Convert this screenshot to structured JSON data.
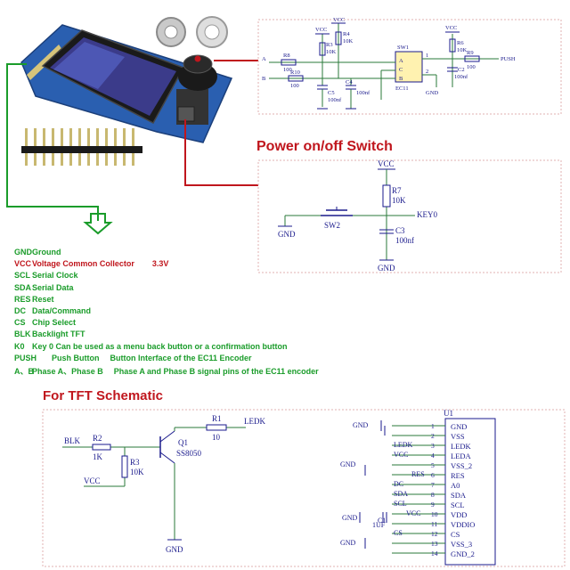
{
  "power_switch_title": "Power on/off Switch",
  "tft_title": "For TFT Schematic",
  "legend": [
    {
      "code": "GND",
      "desc": "Ground",
      "extra": "",
      "color": "#1a9c2a"
    },
    {
      "code": "VCC",
      "desc": "Voltage Common Collector",
      "extra": "3.3V",
      "color": "#c0161d"
    },
    {
      "code": "SCL",
      "desc": "Serial Clock",
      "extra": "",
      "color": "#1a9c2a"
    },
    {
      "code": "SDA",
      "desc": "Serial Data",
      "extra": "",
      "color": "#1a9c2a"
    },
    {
      "code": "RES",
      "desc": "Reset",
      "extra": "",
      "color": "#1a9c2a"
    },
    {
      "code": "DC",
      "desc": "Data/Command",
      "extra": "",
      "color": "#1a9c2a"
    },
    {
      "code": "CS",
      "desc": "Chip Select",
      "extra": "",
      "color": "#1a9c2a"
    },
    {
      "code": "BLK",
      "desc": "Backlight  TFT",
      "extra": "",
      "color": "#1a9c2a"
    },
    {
      "code": "K0",
      "desc": "Key 0 Can be used as a menu back button or a confirmation button",
      "extra": "",
      "color": "#1a9c2a"
    },
    {
      "code": "PUSH",
      "desc": "Push Button",
      "extra": "Button Interface of the EC11 Encoder",
      "color": "#1a9c2a"
    },
    {
      "code": "A、B",
      "desc": "Phase A、Phase B",
      "extra": "Phase A and Phase B signal pins of the EC11 encoder",
      "color": "#1a9c2a"
    }
  ],
  "encoder": {
    "vcc1": "VCC",
    "vcc2": "VCC",
    "vcc3": "VCC",
    "r3": "R3",
    "r3v": "10K",
    "r4": "R4",
    "r4v": "10K",
    "r8": "R8",
    "r8v": "100",
    "r10": "R10",
    "r10v": "100",
    "c5": "C5",
    "c5v": "100nf",
    "c4": "C4",
    "c4v": "100nf",
    "sw1": "SW1",
    "sw1part": "EC11",
    "r6": "R6",
    "r6v": "10K",
    "r9": "R9",
    "r9v": "100",
    "c2": "C2",
    "c2v": "100nf",
    "push": "PUSH",
    "a": "A",
    "b": "B",
    "pin_a": "A",
    "pin_c": "C",
    "pin_b": "B",
    "pin1": "1",
    "pin2": "2",
    "gnd": "GND"
  },
  "power": {
    "vcc": "VCC",
    "r7": "R7",
    "r7v": "10K",
    "key0": "KEY0",
    "gnd1": "GND",
    "gnd2": "GND",
    "sw2": "SW2",
    "c3": "C3",
    "c3v": "100nf"
  },
  "tft": {
    "blk": "BLK",
    "r2": "R2",
    "r2v": "1K",
    "r3": "R3",
    "r3v": "10K",
    "vcc": "VCC",
    "q1": "Q1",
    "q1part": "SS8050",
    "r1": "R1",
    "r1v": "10",
    "ledk": "LEDK",
    "gnd": "GND",
    "u1": "U1",
    "pins": [
      {
        "num": "1",
        "name": "GND",
        "net": "GND"
      },
      {
        "num": "2",
        "name": "VSS",
        "net": ""
      },
      {
        "num": "3",
        "name": "LEDK",
        "net": "LEDK"
      },
      {
        "num": "4",
        "name": "LEDA",
        "net": "VCC"
      },
      {
        "num": "5",
        "name": "VSS_2",
        "net": "GND"
      },
      {
        "num": "6",
        "name": "RES",
        "net": "RES"
      },
      {
        "num": "7",
        "name": "A0",
        "net": "DC"
      },
      {
        "num": "8",
        "name": "SDA",
        "net": "SDA"
      },
      {
        "num": "9",
        "name": "SCL",
        "net": "SCL"
      },
      {
        "num": "10",
        "name": "VDD",
        "net": "VCC"
      },
      {
        "num": "11",
        "name": "VDDIO",
        "net": ""
      },
      {
        "num": "12",
        "name": "CS",
        "net": "CS"
      },
      {
        "num": "13",
        "name": "VSS_3",
        "net": "GND"
      },
      {
        "num": "14",
        "name": "GND_2",
        "net": ""
      }
    ],
    "c1": "C1",
    "c1v": "1UF",
    "gnd_c1": "GND"
  },
  "colors": {
    "schematic_ink": "#1a1a8c",
    "wire": "#2a7a3a",
    "accent_red": "#c0161d",
    "accent_green": "#1a9c2a",
    "pcb_blue": "#2a5fb0"
  }
}
